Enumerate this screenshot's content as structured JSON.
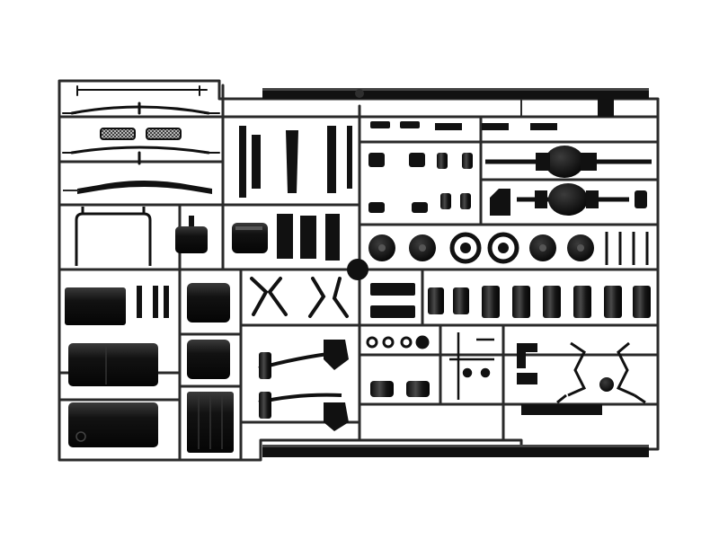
{
  "image": {
    "subject": "plastic-model-kit-sprue",
    "background_color": "#ffffff",
    "plastic_color": "#0e0e0e",
    "runner_color": "#2a2a2a",
    "highlight_color": "#5a5a5a",
    "visible_text": []
  },
  "parts": {
    "wheel_hub_count": 6,
    "fuel_tank_count": 2,
    "cylinder_count": 8,
    "differential_count": 2,
    "chassis_rail_count": 2,
    "leaf_spring_count": 2
  }
}
